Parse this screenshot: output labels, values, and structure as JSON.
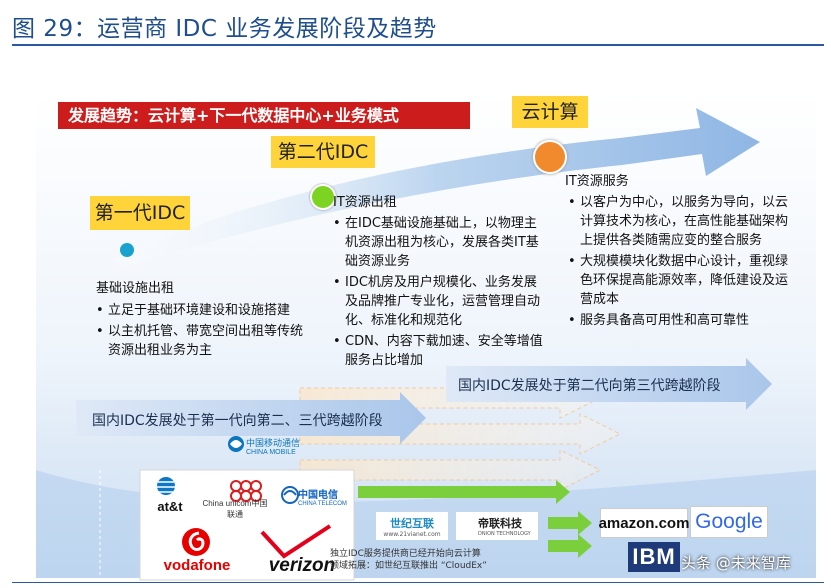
{
  "figure": {
    "title": "图 29：运营商 IDC 业务发展阶段及趋势"
  },
  "banner": {
    "text": "发展趋势：云计算+下一代数据中心+业务模式"
  },
  "generations": {
    "gen1": "第一代IDC",
    "gen2": "第二代IDC",
    "gen3": "云计算"
  },
  "sections": {
    "s1": {
      "heading": "基础设施出租",
      "bullets": [
        "立足于基础环境建设和设施搭建",
        "以主机托管、带宽空间出租等传统资源出租业务为主"
      ]
    },
    "s2": {
      "heading": "IT资源出租",
      "bullets": [
        "在IDC基础设施基础上，以物理主机资源出租为核心，发展各类IT基础资源业务",
        "IDC机房及用户规模化、业务发展及品牌推广专业化，运营管理自动化、标准化和规范化",
        "CDN、内容下载加速、安全等增值服务占比增加"
      ]
    },
    "s3": {
      "heading": "IT资源服务",
      "bullets": [
        "以客户为中心，以服务为导向，以云计算技术为核心，在高性能基础架构上提供各类随需应变的整合服务",
        "大规模模块化数据中心设计，重视绿色环保提高能源效率，降低建设及运营成本",
        "服务具备高可用性和高可靠性"
      ]
    }
  },
  "stages": {
    "stage1": "国内IDC发展处于第一代向第二、三代跨越阶段",
    "stage2": "国内IDC发展处于第二代向第三代跨越阶段"
  },
  "logos": {
    "china_mobile_cn": "中国移动通信",
    "china_mobile_en": "CHINA MOBILE",
    "att": "at&t",
    "china_unicom": "China unicom中国联通",
    "china_telecom_cn": "中国电信",
    "china_telecom_en": "CHINA TELECOM",
    "vodafone": "vodafone",
    "verizon": "verizon",
    "shiji": "世纪互联",
    "shiji_url": "www.21vianet.com",
    "dilian": "帝联科技",
    "dilian_en": "DNION TECHNOLOGY",
    "amazon": "amazon.com",
    "google": "Google",
    "ibm": "IBM"
  },
  "caption": {
    "line1": "独立IDC服务提供商已经开始向云计算",
    "line2": "领域拓展：如世纪互联推出 “CloudEx”"
  },
  "watermark": {
    "text": "头条 @未来智库"
  },
  "colors": {
    "title_blue": "#1f4e8c",
    "banner_red": "#cc1c1c",
    "label_yellow": "#ffd33a",
    "dot_blue": "#1aa2cf",
    "dot_green": "#7dd321",
    "dot_orange": "#f08a2c",
    "arrow_blue": "#9ec0e6"
  }
}
